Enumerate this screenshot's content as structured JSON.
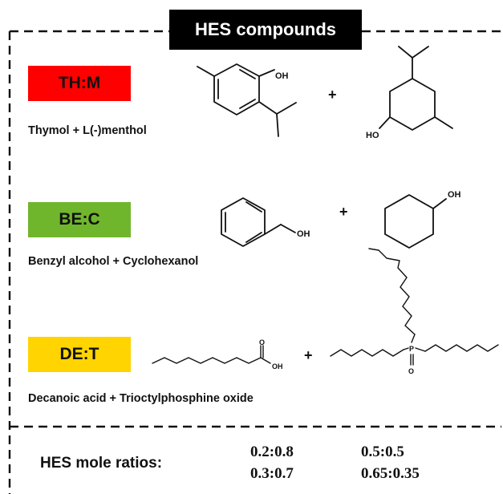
{
  "title": "HES compounds",
  "compounds": [
    {
      "code": "TH:M",
      "color": "#ff0000",
      "name": "Thymol + L(-)menthol"
    },
    {
      "code": "BE:C",
      "color": "#70b62c",
      "name": "Benzyl alcohol + Cyclohexanol"
    },
    {
      "code": "DE:T",
      "color": "#ffd400",
      "name": "Decanoic acid + Trioctylphosphine oxide"
    }
  ],
  "structure_labels": {
    "oh": "OH",
    "ho": "HO",
    "o": "O",
    "p": "P",
    "plus": "+"
  },
  "ratios": {
    "label": "HES mole ratios:",
    "values": [
      "0.2:0.8",
      "0.3:0.7",
      "0.5:0.5",
      "0.65:0.35"
    ]
  }
}
